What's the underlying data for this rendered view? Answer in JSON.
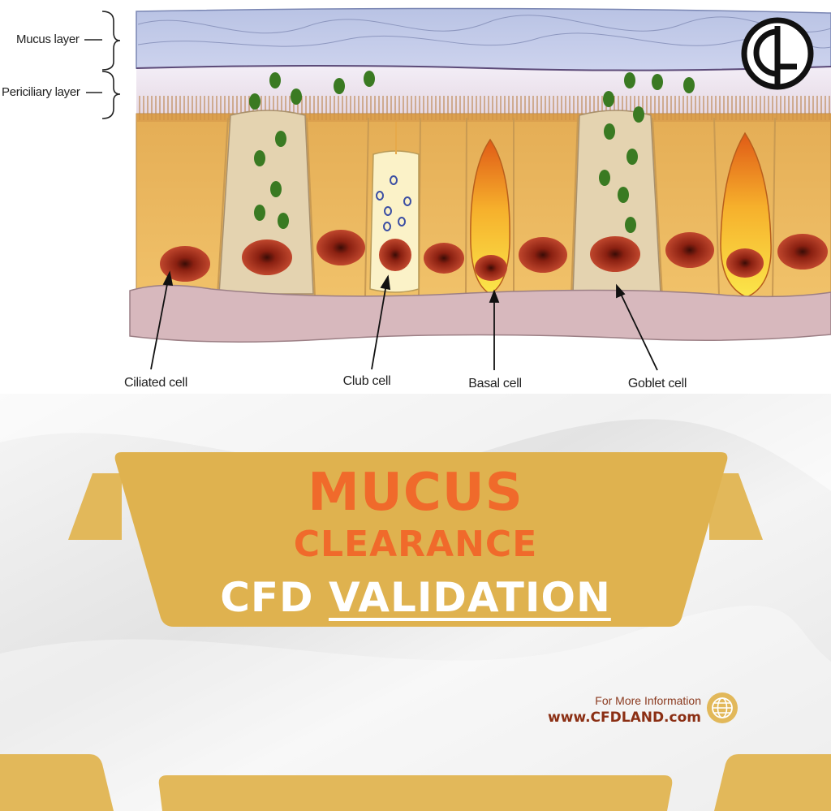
{
  "diagram": {
    "layers": {
      "mucus": "Mucus layer",
      "periciliary": "Periciliary layer"
    },
    "cells": {
      "ciliated": "Ciliated cell",
      "club": "Club cell",
      "basal": "Basal cell",
      "goblet": "Goblet cell"
    }
  },
  "banner": {
    "line1": "MUCUS",
    "line2": "CLEARANCE",
    "line3_a": "CFD ",
    "line3_b": "VALIDATION"
  },
  "info": {
    "label": "For More Information",
    "url": "www.CFDLAND.com"
  },
  "colors": {
    "accent_orange": "#f06a2b",
    "banner_gold": "#dfb24f",
    "url_text": "#8b2f14"
  },
  "icons": {
    "logo": "cfd-logo-icon",
    "globe": "globe-icon"
  }
}
